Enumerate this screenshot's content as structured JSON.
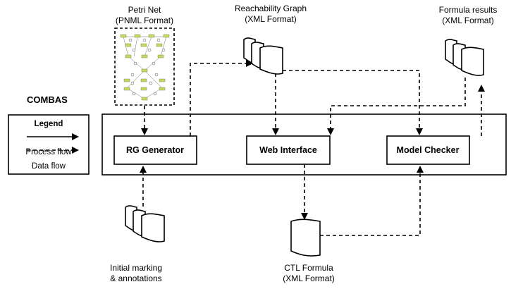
{
  "diagram": {
    "system_label": "COMBAS",
    "legend": {
      "title": "Legend",
      "items": [
        {
          "label": "Process flow",
          "style": "solid"
        },
        {
          "label": "Data flow",
          "style": "dashed"
        }
      ]
    },
    "components": [
      {
        "id": "rg",
        "label": "RG Generator"
      },
      {
        "id": "web",
        "label": "Web Interface"
      },
      {
        "id": "mc",
        "label": "Model Checker"
      }
    ],
    "data_items": {
      "petri_net": {
        "line1": "Petri Net",
        "line2": "(PNML Format)"
      },
      "reachability": {
        "line1": "Reachability Graph",
        "line2": "(XML Format)"
      },
      "formula_results": {
        "line1": "Formula results",
        "line2": "(XML Format)"
      },
      "initial_marking": {
        "line1": "Initial marking",
        "line2": "& annotations"
      },
      "ctl_formula": {
        "line1": "CTL Formula",
        "line2": "(XML Format)"
      }
    },
    "colors": {
      "stroke": "#000000",
      "petri_net_places": "#c8d86a"
    }
  }
}
